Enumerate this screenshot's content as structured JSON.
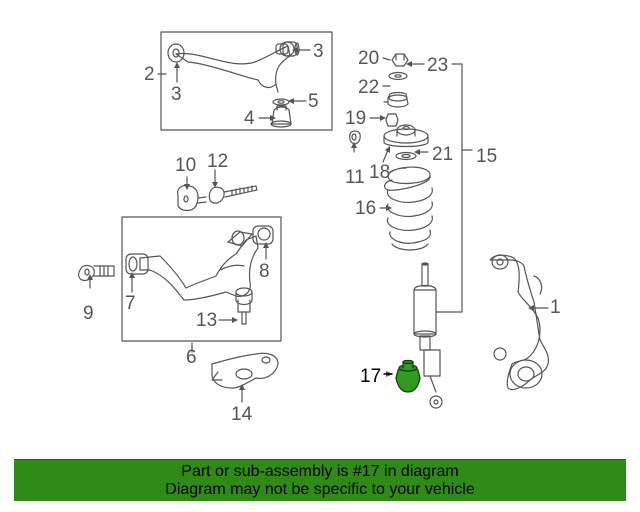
{
  "diagram": {
    "callouts": [
      "1",
      "2",
      "3",
      "3",
      "4",
      "5",
      "6",
      "7",
      "8",
      "9",
      "10",
      "11",
      "12",
      "13",
      "14",
      "15",
      "16",
      "17",
      "18",
      "19",
      "20",
      "21",
      "22",
      "23"
    ],
    "highlighted_part": "17",
    "colors": {
      "line": "#555555",
      "highlight": "#2e9a1e",
      "banner": "#2f8a16"
    }
  },
  "banner": {
    "line1": "Part or sub-assembly is #17 in diagram",
    "line2": "Diagram may not be specific to your vehicle"
  }
}
